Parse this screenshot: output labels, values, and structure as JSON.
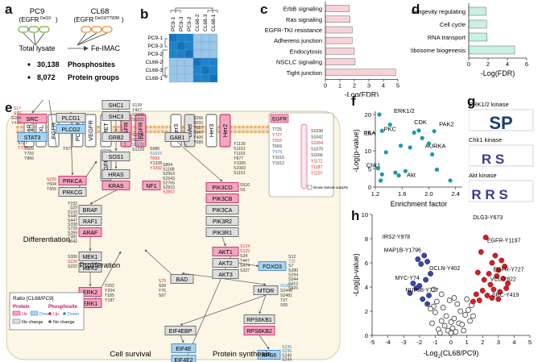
{
  "panels": {
    "a": "a",
    "b": "b",
    "c": "c",
    "d": "d",
    "e": "e",
    "f": "f",
    "g": "g",
    "h": "h"
  },
  "panel_a": {
    "sample1": "PC9",
    "sample1_sub": "(EGFR",
    "sample1_sup": "Del19",
    "sample2": "CL68",
    "sample2_sub": "(EGFR",
    "sample2_sup": "Del19/T790M",
    "total_lysate": "Total lysate",
    "fe_imac": "Fe-IMAC",
    "stat1_value": "30,138",
    "stat1_label": "Phosphosites",
    "stat2_value": "8,072",
    "stat2_label": "Protein groups"
  },
  "panel_b": {
    "labels": [
      "PC9-1",
      "PC9-3",
      "PC9-2",
      "CL68-2",
      "CL68-3",
      "CL68-1"
    ]
  },
  "colors": {
    "pink_bar": "#f7d3d8",
    "green_bar": "#c9f1e0",
    "protein_up": "#f2a6c0",
    "protein_down": "#a9d4f1",
    "site_up": "#e2262b",
    "site_down": "#3a7ec6",
    "teal_point": "#1a9ba8",
    "red_point": "#d11f26",
    "blue_point": "#3b47a6"
  },
  "chart_data": [
    {
      "type": "bar",
      "panel": "c",
      "orientation": "horizontal",
      "categories": [
        "ErbB signaling",
        "Ras signaling",
        "EGFR-TKI resistance",
        "Adherens junction",
        "Endocytosis",
        "NSCLC signaling",
        "Tight junction"
      ],
      "values": [
        1.65,
        1.7,
        1.85,
        1.85,
        2.0,
        2.05,
        4.85
      ],
      "xlabel": "-Log(FDR)",
      "xlim": [
        0,
        5
      ],
      "xticks": [
        0,
        1,
        2,
        3,
        4,
        5
      ]
    },
    {
      "type": "bar",
      "panel": "d",
      "orientation": "horizontal",
      "categories": [
        "Longevity regulating",
        "Cell cycle",
        "RNA transport",
        "Ribosome biogenesis"
      ],
      "values": [
        1.8,
        1.85,
        1.9,
        4.75
      ],
      "xlabel": "-Log(FDR)",
      "xlim": [
        0,
        6
      ],
      "xticks": [
        0,
        2,
        4,
        6
      ]
    },
    {
      "type": "scatter",
      "panel": "f",
      "xlabel": "Enrichment factor",
      "ylabel": "-Log(p-value)",
      "xlim": [
        1.2,
        2.5
      ],
      "ylim": [
        0,
        20
      ],
      "xticks": [
        1.2,
        1.6,
        2.0,
        2.4
      ],
      "yticks": [
        0,
        5,
        10,
        15,
        20
      ],
      "points": [
        {
          "x": 1.26,
          "y": 20.0,
          "label": "ERK1/2"
        },
        {
          "x": 1.3,
          "y": 15.5,
          "label": "PKA"
        },
        {
          "x": 1.42,
          "y": 17.2,
          "label": "PKC"
        },
        {
          "x": 1.85,
          "y": 15.6,
          "label": "CDK"
        },
        {
          "x": 2.08,
          "y": 15.4,
          "label": "PAK2"
        },
        {
          "x": 1.3,
          "y": 3.5,
          "label": "Chk1"
        },
        {
          "x": 1.55,
          "y": 3.2,
          "label": "Akt"
        },
        {
          "x": 2.05,
          "y": 9.0,
          "label": "AURKA"
        },
        {
          "x": 1.24,
          "y": 5.2,
          "label": ""
        },
        {
          "x": 1.28,
          "y": 1.8,
          "label": ""
        },
        {
          "x": 1.5,
          "y": 4.0,
          "label": ""
        },
        {
          "x": 1.58,
          "y": 11.4,
          "label": ""
        },
        {
          "x": 1.65,
          "y": 4.4,
          "label": ""
        },
        {
          "x": 1.72,
          "y": 10.9,
          "label": ""
        },
        {
          "x": 1.78,
          "y": 15.0,
          "label": ""
        },
        {
          "x": 1.9,
          "y": 13.5,
          "label": ""
        },
        {
          "x": 2.0,
          "y": 12.0,
          "label": ""
        },
        {
          "x": 2.12,
          "y": 4.8,
          "label": ""
        },
        {
          "x": 2.32,
          "y": 1.8,
          "label": ""
        },
        {
          "x": 1.36,
          "y": 9.6,
          "label": ""
        }
      ]
    },
    {
      "type": "scatter",
      "panel": "h",
      "xlabel": "-Log",
      "xlabel_sub": "2",
      "xlabel_rest": "(CL68/PC9)",
      "ylabel": "-Log(p-value)",
      "xlim": [
        -5,
        5
      ],
      "ylim": [
        0,
        10
      ],
      "xticks": [
        -5,
        -4,
        -3,
        -2,
        -1,
        0,
        1,
        2,
        3,
        4,
        5
      ],
      "yticks": [
        0,
        2,
        4,
        6,
        8,
        10
      ],
      "labels": [
        {
          "x": -2.9,
          "y": 8.0,
          "text": "IRS2-Y978"
        },
        {
          "x": -2.4,
          "y": 6.9,
          "text": "MAP1B-Y1796"
        },
        {
          "x": -2.3,
          "y": 4.6,
          "text": "MYC-Y74"
        },
        {
          "x": -1.6,
          "y": 3.6,
          "text": "NUP98-Y727"
        },
        {
          "x": -0.4,
          "y": 5.4,
          "text": "OCLN-Y402"
        },
        {
          "x": 2.0,
          "y": 9.6,
          "text": "DLG3-Y673"
        },
        {
          "x": 2.8,
          "y": 7.7,
          "text": "EGFR-Y1197"
        },
        {
          "x": 3.8,
          "y": 5.3,
          "text": "EGFR-Y727"
        },
        {
          "x": 3.5,
          "y": 4.5,
          "text": "VCL-Y822"
        },
        {
          "x": 2.9,
          "y": 3.2,
          "text": "SRC-Y419"
        }
      ],
      "up_points": [
        {
          "x": 1.4,
          "y": 2.8
        },
        {
          "x": 1.6,
          "y": 3.4
        },
        {
          "x": 1.8,
          "y": 2.9
        },
        {
          "x": 2.0,
          "y": 3.7
        },
        {
          "x": 2.1,
          "y": 4.6
        },
        {
          "x": 2.3,
          "y": 3.3
        },
        {
          "x": 2.4,
          "y": 5.1
        },
        {
          "x": 2.5,
          "y": 4.2
        },
        {
          "x": 2.6,
          "y": 6.0
        },
        {
          "x": 2.7,
          "y": 3.8
        },
        {
          "x": 2.8,
          "y": 6.6
        },
        {
          "x": 2.9,
          "y": 4.9
        },
        {
          "x": 3.0,
          "y": 5.4
        },
        {
          "x": 3.1,
          "y": 3.6
        },
        {
          "x": 3.2,
          "y": 6.2
        },
        {
          "x": 3.3,
          "y": 4.7
        },
        {
          "x": 3.4,
          "y": 5.7
        },
        {
          "x": 3.5,
          "y": 3.9
        },
        {
          "x": 3.6,
          "y": 4.3
        },
        {
          "x": 1.9,
          "y": 6.9
        },
        {
          "x": 2.2,
          "y": 8.1
        },
        {
          "x": 1.7,
          "y": 5.2
        },
        {
          "x": 3.0,
          "y": 3.0
        },
        {
          "x": 2.6,
          "y": 3.1
        }
      ],
      "down_points": [
        {
          "x": -1.5,
          "y": 6.1
        },
        {
          "x": -1.7,
          "y": 6.6
        },
        {
          "x": -1.9,
          "y": 5.9
        },
        {
          "x": -2.1,
          "y": 6.3
        },
        {
          "x": -2.0,
          "y": 4.1
        },
        {
          "x": -1.6,
          "y": 4.6
        },
        {
          "x": -2.2,
          "y": 3.9
        },
        {
          "x": -1.4,
          "y": 3.3
        },
        {
          "x": -2.4,
          "y": 4.3
        },
        {
          "x": -1.8,
          "y": 3.0
        },
        {
          "x": -1.5,
          "y": 2.6
        },
        {
          "x": -2.6,
          "y": 3.5
        },
        {
          "x": -1.3,
          "y": 5.1
        }
      ],
      "ns_points": [
        {
          "x": -0.2,
          "y": 0.4
        },
        {
          "x": 0.1,
          "y": 0.6
        },
        {
          "x": 0.3,
          "y": 0.3
        },
        {
          "x": -0.4,
          "y": 0.8
        },
        {
          "x": 0.5,
          "y": 1.0
        },
        {
          "x": -0.6,
          "y": 1.2
        },
        {
          "x": 0.7,
          "y": 0.9
        },
        {
          "x": -0.8,
          "y": 0.5
        },
        {
          "x": 0.2,
          "y": 1.4
        },
        {
          "x": -0.3,
          "y": 1.6
        },
        {
          "x": 0.9,
          "y": 1.7
        },
        {
          "x": -1.0,
          "y": 1.9
        },
        {
          "x": 1.1,
          "y": 2.1
        },
        {
          "x": -1.1,
          "y": 2.4
        },
        {
          "x": 0.6,
          "y": 2.0
        },
        {
          "x": -0.5,
          "y": 2.3
        },
        {
          "x": 0.0,
          "y": 0.2
        },
        {
          "x": 0.4,
          "y": 2.6
        },
        {
          "x": -0.9,
          "y": 2.8
        },
        {
          "x": 1.2,
          "y": 1.2
        },
        {
          "x": -1.2,
          "y": 1.0
        },
        {
          "x": 0.8,
          "y": 0.4
        },
        {
          "x": -0.7,
          "y": 0.2
        },
        {
          "x": 0.0,
          "y": 1.1
        },
        {
          "x": 1.3,
          "y": 2.5
        },
        {
          "x": -1.3,
          "y": 2.2
        },
        {
          "x": 0.2,
          "y": 3.1
        },
        {
          "x": -0.1,
          "y": 2.9
        },
        {
          "x": 1.0,
          "y": 3.0
        },
        {
          "x": -0.6,
          "y": 3.4
        },
        {
          "x": -1.1,
          "y": 3.8
        },
        {
          "x": 1.4,
          "y": 1.6
        }
      ]
    }
  ],
  "panel_e": {
    "receptors": [
      "IL6R",
      "AXL",
      "FGFR",
      "PDGFR",
      "VEGFR",
      "cMET",
      "EGFR",
      "EGFR",
      "Her3",
      "cMet",
      "Her3",
      "Her2",
      "EGFR"
    ],
    "nodes": {
      "jak1": "JAK1",
      "src": "SRC",
      "stat3": "STAT3",
      "plcg1": "PLCG1",
      "plcg2": "PLCG2",
      "prkca": "PRKCA",
      "prkcg": "PRKCG",
      "igfr": "IGFR",
      "shc1": "SHC1",
      "shc3": "SHC3",
      "grb2": "GRB2",
      "sos1": "SOS1",
      "hras": "HRAS",
      "kras": "KRAS",
      "nf1": "NF1",
      "braf": "BRAF",
      "raf1": "RAF1",
      "araf": "ARAF",
      "mek1": "MEK1",
      "mek2": "MEK2",
      "erk2": "ERK2",
      "erk1": "ERK1",
      "gab1": "GAB1",
      "pik3cd": "PIK3CD",
      "pik3cb": "PIK3CB",
      "pik3ca": "PIK3CA",
      "pik3r2": "PIK3R2",
      "pik3r1": "PIK3R1",
      "akt1": "AKT1",
      "akt2": "AKT2",
      "akt3": "AKT3",
      "bad": "BAD",
      "foxo3": "FOXO3",
      "mtor": "MTOR",
      "eif4ebp": "EIF4EBP",
      "rps6kb1": "RPS6KB1",
      "rps6kb2": "RPS6KB2",
      "eif4e": "EIF4E",
      "eif4e2": "EIF4E2",
      "rps6": "RPS6"
    },
    "outcomes": {
      "differentiation": "Differentiation",
      "proliferation": "Proliferation",
      "cell_survival": "Cell survival",
      "protein_synthesis": "Protein synthesis"
    },
    "legend": {
      "title": "Ratio [CL68/PC9]",
      "protein": "Protein",
      "phosphosite": "Phosphosite",
      "up": "Up",
      "down": "Down",
      "no_change": "No change"
    },
    "kinase_domain": "kinase domain autophosphorylation",
    "sites": {
      "axl": [
        "T509",
        "Y702",
        "Y866"
      ],
      "fgfr": [
        "Y977"
      ],
      "egfr": [
        "S686",
        "S1015",
        "T693",
        "Y1328",
        "Y1092"
      ],
      "her2": [
        "Y1139",
        "S1151",
        "T1103",
        "Y877",
        "Y1005",
        "S1083",
        "S1151"
      ],
      "shc1": [
        "S139",
        "Y427",
        "S1236",
        "S1221"
      ],
      "grb2": [
        "S1134",
        "S1137",
        "S1178",
        "S1229"
      ],
      "gab1": [
        "S266",
        "S555",
        "Y627",
        "S547",
        "Y406",
        "Y689"
      ],
      "src": [
        "S17",
        "S75",
        "S104",
        "Y419"
      ],
      "stat3": [
        "S727",
        "Y705"
      ],
      "prkca": [
        "S226",
        "Y504",
        "T655"
      ],
      "kras": [
        "S864",
        "S1188",
        "S2553",
        "S2543",
        "S2765",
        "S2810",
        "S2802"
      ],
      "braf": [
        "Y232",
        "S29",
        "S233",
        "S446",
        "S447",
        "S338",
        "S729",
        "S289",
        "T491",
        "S642"
      ],
      "mek": [
        "S306",
        "S226",
        "S222"
      ],
      "erk": [
        "T202",
        "Y204",
        "T185",
        "Y187"
      ],
      "pik3": [
        "S510",
        "S3"
      ],
      "akt": [
        "S124",
        "S129",
        "S34",
        "T447",
        "S474",
        "S337"
      ],
      "foxo3": [
        "S12",
        "T32",
        "S7",
        "S280",
        "S294",
        "S344",
        "S413",
        "S425"
      ],
      "bad": [
        "S75",
        "S99",
        "Y76",
        "S97"
      ],
      "mtor": [
        "S1261",
        "S2448",
        "S2481",
        "T37",
        "S65"
      ],
      "rps6": [
        "S235",
        "S236",
        "S240",
        "S244"
      ],
      "egfr_panel": [
        "T725",
        "Y727",
        "T693",
        "T669",
        "Y678",
        "Y1016",
        "Y1012",
        "S1038",
        "S1042",
        "S1064",
        "S1070",
        "S1166",
        "Y1172",
        "T1187",
        "Y1197"
      ]
    }
  },
  "panel_g": {
    "k1": "ERK1/2 kinase",
    "k2": "Chk1 kinase",
    "k3": "Akt kinase",
    "m1": "SP",
    "m2": "R S",
    "m3": "R R S"
  }
}
